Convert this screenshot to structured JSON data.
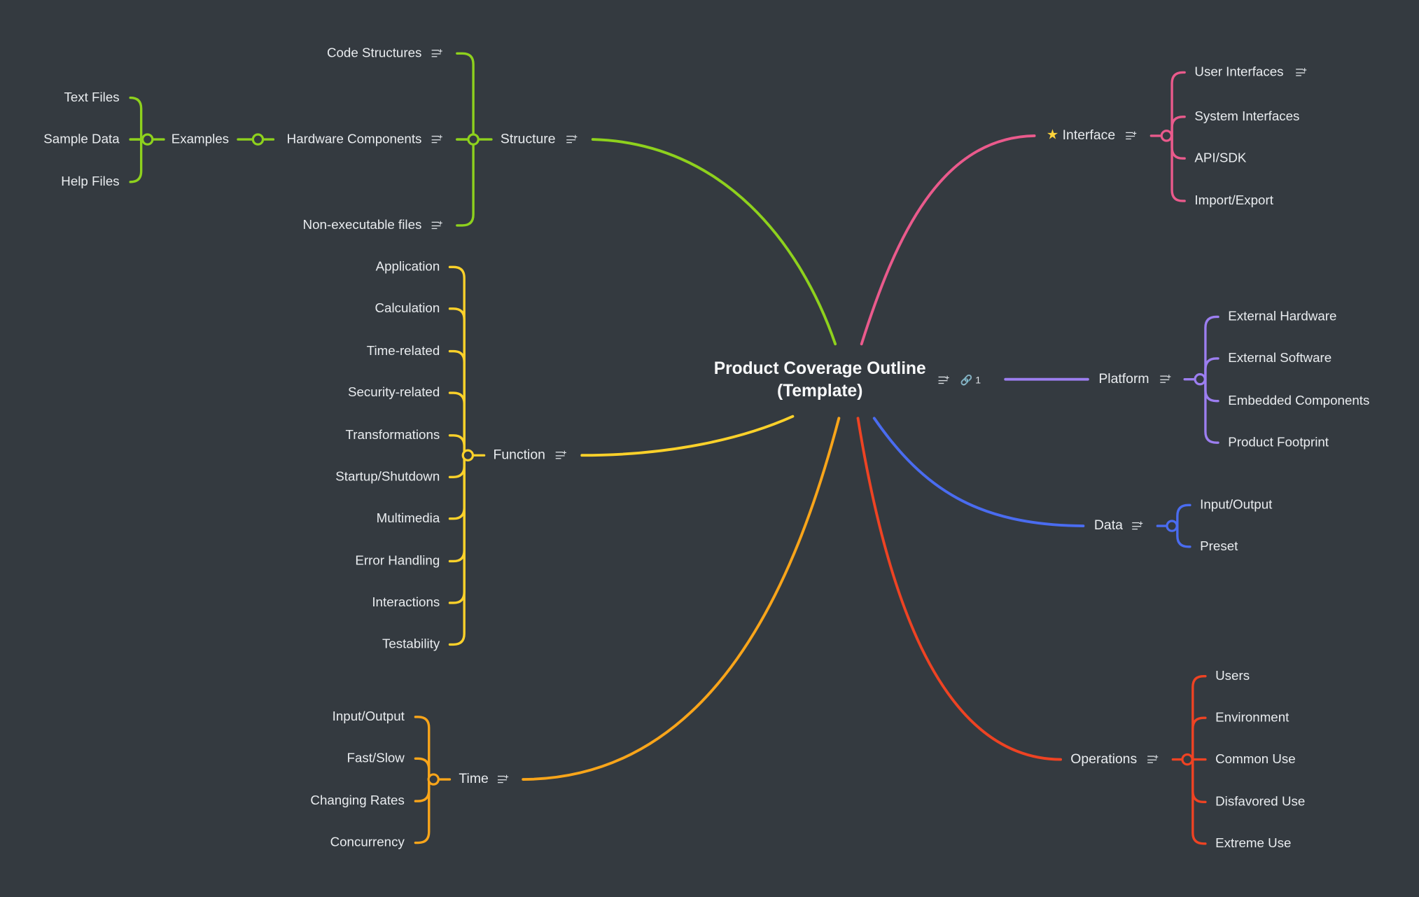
{
  "root": {
    "title": "Product Coverage Outline\n(Template)",
    "link_count": "1"
  },
  "colors": {
    "background": "#343a40",
    "structure": "#8ed11d",
    "function": "#fcd12a",
    "time": "#f9a51a",
    "interface": "#ea5a8c",
    "platform": "#9c7ef0",
    "data": "#4a6cf0",
    "operations": "#ee4323"
  },
  "branches": {
    "structure": {
      "label": "Structure",
      "children": [
        "Code Structures",
        "Hardware Components",
        "Non-executable files"
      ],
      "examples": {
        "label": "Examples",
        "children": [
          "Text Files",
          "Sample Data",
          "Help Files"
        ]
      }
    },
    "function": {
      "label": "Function",
      "children": [
        "Application",
        "Calculation",
        "Time-related",
        "Security-related",
        "Transformations",
        "Startup/Shutdown",
        "Multimedia",
        "Error Handling",
        "Interactions",
        "Testability"
      ]
    },
    "time": {
      "label": "Time",
      "children": [
        "Input/Output",
        "Fast/Slow",
        "Changing Rates",
        "Concurrency"
      ]
    },
    "interface": {
      "label": "Interface",
      "icon": "star-icon",
      "children": [
        "User Interfaces",
        "System Interfaces",
        "API/SDK",
        "Import/Export"
      ]
    },
    "platform": {
      "label": "Platform",
      "children": [
        "External Hardware",
        "External Software",
        "Embedded Components",
        "Product Footprint"
      ]
    },
    "data": {
      "label": "Data",
      "children": [
        "Input/Output",
        "Preset"
      ]
    },
    "operations": {
      "label": "Operations",
      "children": [
        "Users",
        "Environment",
        "Common Use",
        "Disfavored Use",
        "Extreme Use"
      ]
    }
  }
}
